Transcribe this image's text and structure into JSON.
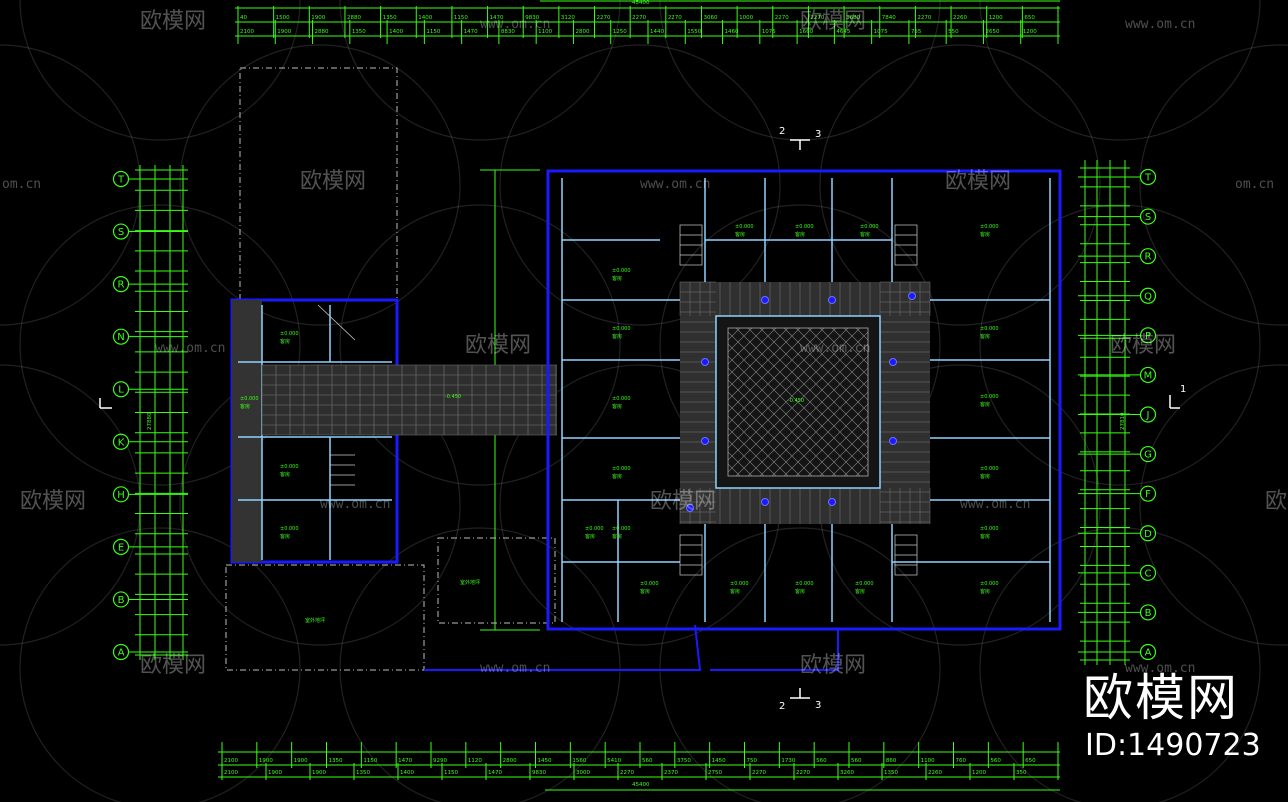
{
  "colors": {
    "background": "#000000",
    "dimension_line": "#39ff14",
    "wall": "#1a1aff",
    "interior": "#8fd3ff",
    "hatch": "#9a9a9a",
    "watermark": "#ffffff"
  },
  "watermark": {
    "brand": "欧模网",
    "url": "www.om.cn",
    "url_short": "om.cn"
  },
  "brand": {
    "title": "欧模网",
    "id": "ID:1490723"
  },
  "grid_axes": {
    "left": [
      "T",
      "S",
      "R",
      "N",
      "L",
      "K",
      "H",
      "E",
      "B",
      "A"
    ],
    "right": [
      "T",
      "S",
      "R",
      "Q",
      "P",
      "M",
      "J",
      "G",
      "F",
      "D",
      "C",
      "B",
      "A"
    ]
  },
  "section_marks": {
    "top_left": "2",
    "top_right": "3",
    "bottom_left": "2",
    "bottom_right": "3",
    "side": "1"
  },
  "rooms": {
    "elevation": "±0.000",
    "label": "客房",
    "courtyard_level": "-0.450",
    "corridor_level": "-0.450",
    "outdoor": "室外地坪"
  },
  "dimensions": {
    "top_row1": [
      "40",
      "1500",
      "1900",
      "2880",
      "1350",
      "1400",
      "1150",
      "1470",
      "9830",
      "3120",
      "2270",
      "2270",
      "2270",
      "3060",
      "1000",
      "2270",
      "2270",
      "3680",
      "7840",
      "2270",
      "2260",
      "1200",
      "650"
    ],
    "top_total": "45400",
    "top_row2": [
      "2100",
      "1900",
      "2880",
      "1350",
      "1400",
      "1150",
      "1470",
      "8830",
      "1100",
      "2800",
      "1250",
      "1440",
      "1550",
      "1460",
      "1075",
      "1660",
      "4645",
      "1075",
      "755",
      "550",
      "2650",
      "1200"
    ],
    "bottom_row1": [
      "2100",
      "1900",
      "1900",
      "1350",
      "1150",
      "1470",
      "9290",
      "1120",
      "2800",
      "1450",
      "1560",
      "5410",
      "560",
      "3750",
      "1450",
      "750",
      "1730",
      "560",
      "560",
      "860",
      "1100",
      "760",
      "560",
      "650"
    ],
    "bottom_row2": [
      "2100",
      "1900",
      "1900",
      "1350",
      "1400",
      "1150",
      "1470",
      "9830",
      "3000",
      "2270",
      "2370",
      "2750",
      "2270",
      "2270",
      "3260",
      "1350",
      "2260",
      "1200",
      "350"
    ],
    "bottom_total": "45400",
    "left_total": "27880",
    "right_total": "27810"
  }
}
